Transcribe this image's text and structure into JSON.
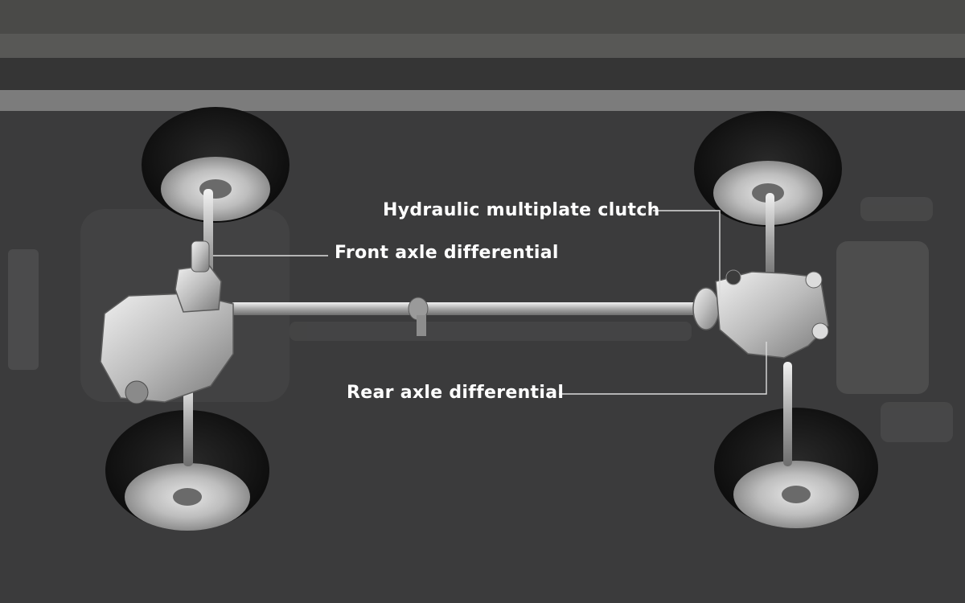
{
  "callouts": {
    "hydraulic_clutch": "Hydraulic multiplate clutch",
    "front_diff": "Front axle differential",
    "rear_diff": "Rear axle differential"
  },
  "colors": {
    "asphalt": "#3b3b3c",
    "road_line": "#7c7c7c",
    "metal": "#cfcfcf",
    "tire": "#141414",
    "label_text": "#ffffff"
  }
}
